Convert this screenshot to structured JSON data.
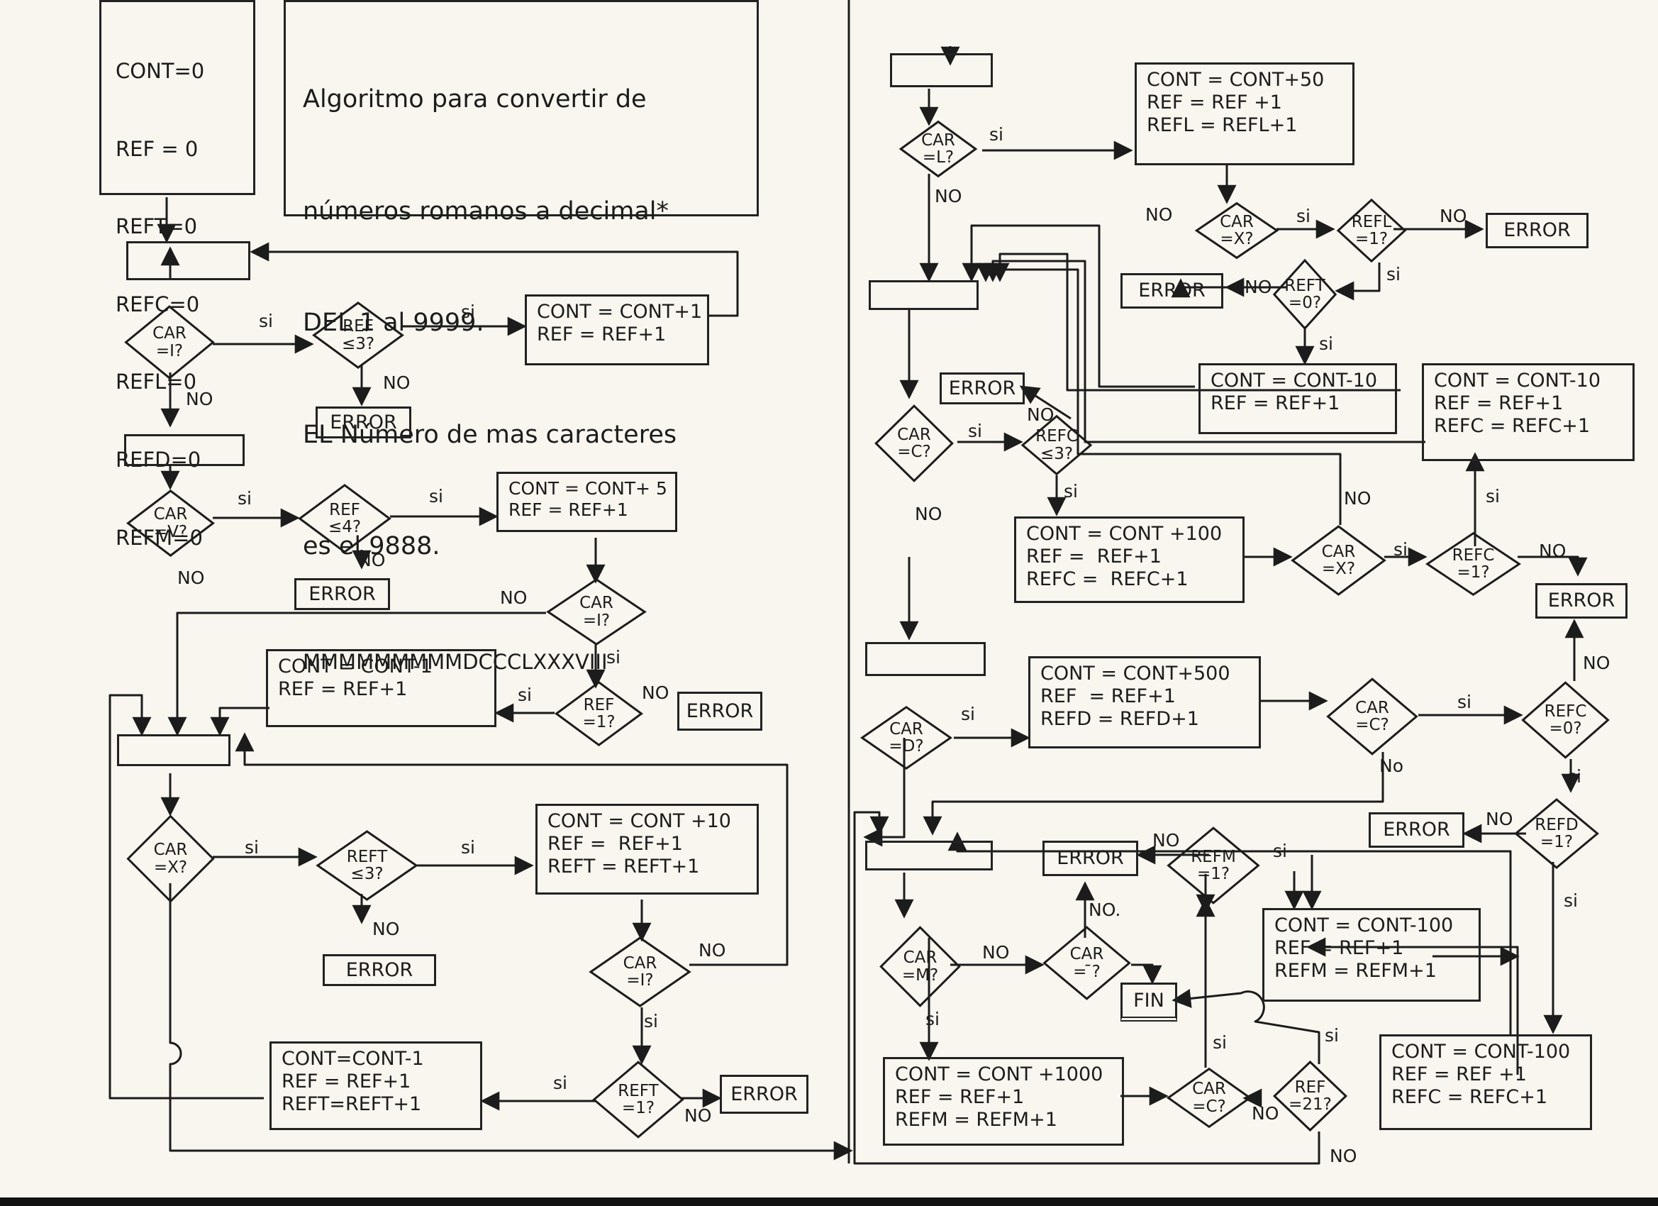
{
  "init": [
    "CONT=0",
    "REF = 0",
    "REFT=0",
    "REFC=0",
    "REFL=0",
    "REFD=0",
    "REFM=0"
  ],
  "title": {
    "lines": [
      "Algoritmo para convertir de",
      "números romanos a decimal*",
      "DEL 1 al 9999.",
      "EL Número de mas caracteres",
      "es el 9888."
    ],
    "example": "MMMMMMMMMDCCCLXXXVIII"
  },
  "labels": {
    "si": "si",
    "no": "NO",
    "no_dot": "NO.",
    "no_lower": "No",
    "error": "ERROR",
    "fin": "FIN"
  },
  "decisions": {
    "car_i": "CAR\n=I?",
    "ref_le3": "REF\n≤3?",
    "car_v": "CAR\n=V?",
    "ref_le4": "REF\n≤4?",
    "car_i_2": "CAR\n=I?",
    "ref_eq1": "REF\n=1?",
    "car_x": "CAR\n=X?",
    "reft_le3": "REFT\n≤3?",
    "car_i_3": "CAR\n=I?",
    "reft_eq1": "REFT\n=1?",
    "car_l": "CAR\n=L?",
    "car_x_2": "CAR\n=X?",
    "refl_eq1": "REFL\n=1?",
    "reft_eq0": "REFT\n=0?",
    "car_c": "CAR\n=C?",
    "refc_le3": "REFC\n≤3?",
    "car_x_3": "CAR\n=X?",
    "refc_eq1": "REFC\n=1?",
    "car_d": "CAR\n=D?",
    "car_c_2": "CAR\n=C?",
    "refc_eq0": "REFC\n=0?",
    "refd_eq1": "REFD\n=1?",
    "car_m": "CAR\n=M?",
    "car_v2": "CAR\n= ̄?",
    "refm_eq1": "REFM\n=1?",
    "car_c_3": "CAR\n=C?",
    "ref_21": "REF\n=21?"
  },
  "processes": {
    "p_i": "CONT = CONT+1\nREF = REF+1",
    "p_v": "CONT = CONT+ 5\nREF = REF+1",
    "p_iv": "CONT = CONT-1\nREF = REF+1",
    "p_x": "CONT = CONT +10\nREF =  REF+1\nREFT = REFT+1",
    "p_ix": "CONT=CONT-1\nREF = REF+1\nREFT=REFT+1",
    "p_l": "CONT = CONT+50\nREF = REF +1\nREFL = REFL+1",
    "p_xl": "CONT = CONT-10\nREF = REF+1",
    "p_xc": "CONT = CONT-10\nREF = REF+1\nREFC = REFC+1",
    "p_c": "CONT = CONT +100\nREF =  REF+1\nREFC =  REFC+1",
    "p_d": "CONT = CONT+500\nREF  = REF+1\nREFD = REFD+1",
    "p_cm": "CONT = CONT-100\nREF = REF+1\nREFM = REFM+1",
    "p_m": "CONT = CONT +1000\nREF = REF+1\nREFM = REFM+1",
    "p_cd": "CONT = CONT-100\nREF = REF +1\nREFC = REFC+1"
  }
}
